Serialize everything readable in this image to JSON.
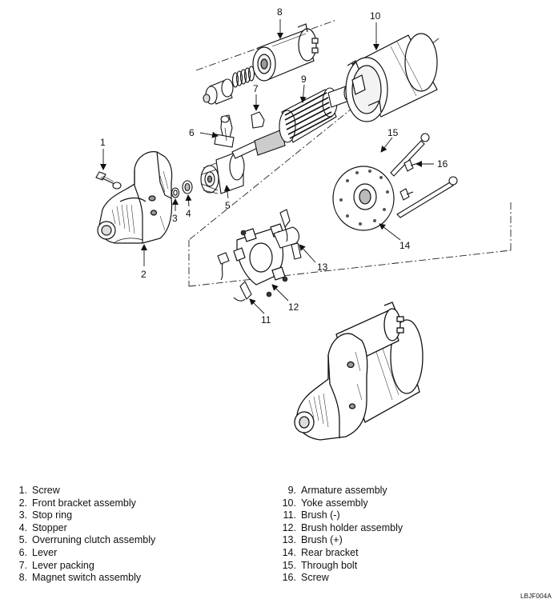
{
  "callouts": {
    "c1": "1",
    "c2": "2",
    "c3": "3",
    "c4": "4",
    "c5": "5",
    "c6": "6",
    "c7": "7",
    "c8": "8",
    "c9": "9",
    "c10": "10",
    "c11": "11",
    "c12": "12",
    "c13": "13",
    "c14": "14",
    "c15": "15",
    "c16": "16"
  },
  "legend": {
    "left": [
      {
        "num": "1.",
        "label": "Screw"
      },
      {
        "num": "2.",
        "label": "Front bracket assembly"
      },
      {
        "num": "3.",
        "label": "Stop ring"
      },
      {
        "num": "4.",
        "label": "Stopper"
      },
      {
        "num": "5.",
        "label": "Overruning clutch assembly"
      },
      {
        "num": "6.",
        "label": "Lever"
      },
      {
        "num": "7.",
        "label": "Lever packing"
      },
      {
        "num": "8.",
        "label": "Magnet switch assembly"
      }
    ],
    "right": [
      {
        "num": "9.",
        "label": "Armature assembly"
      },
      {
        "num": "10.",
        "label": "Yoke assembly"
      },
      {
        "num": "11.",
        "label": "Brush (-)"
      },
      {
        "num": "12.",
        "label": "Brush holder assembly"
      },
      {
        "num": "13.",
        "label": "Brush (+)"
      },
      {
        "num": "14.",
        "label": "Rear bracket"
      },
      {
        "num": "15.",
        "label": "Through bolt"
      },
      {
        "num": "16.",
        "label": "Screw"
      }
    ]
  },
  "figure_code": "LBJF004A"
}
